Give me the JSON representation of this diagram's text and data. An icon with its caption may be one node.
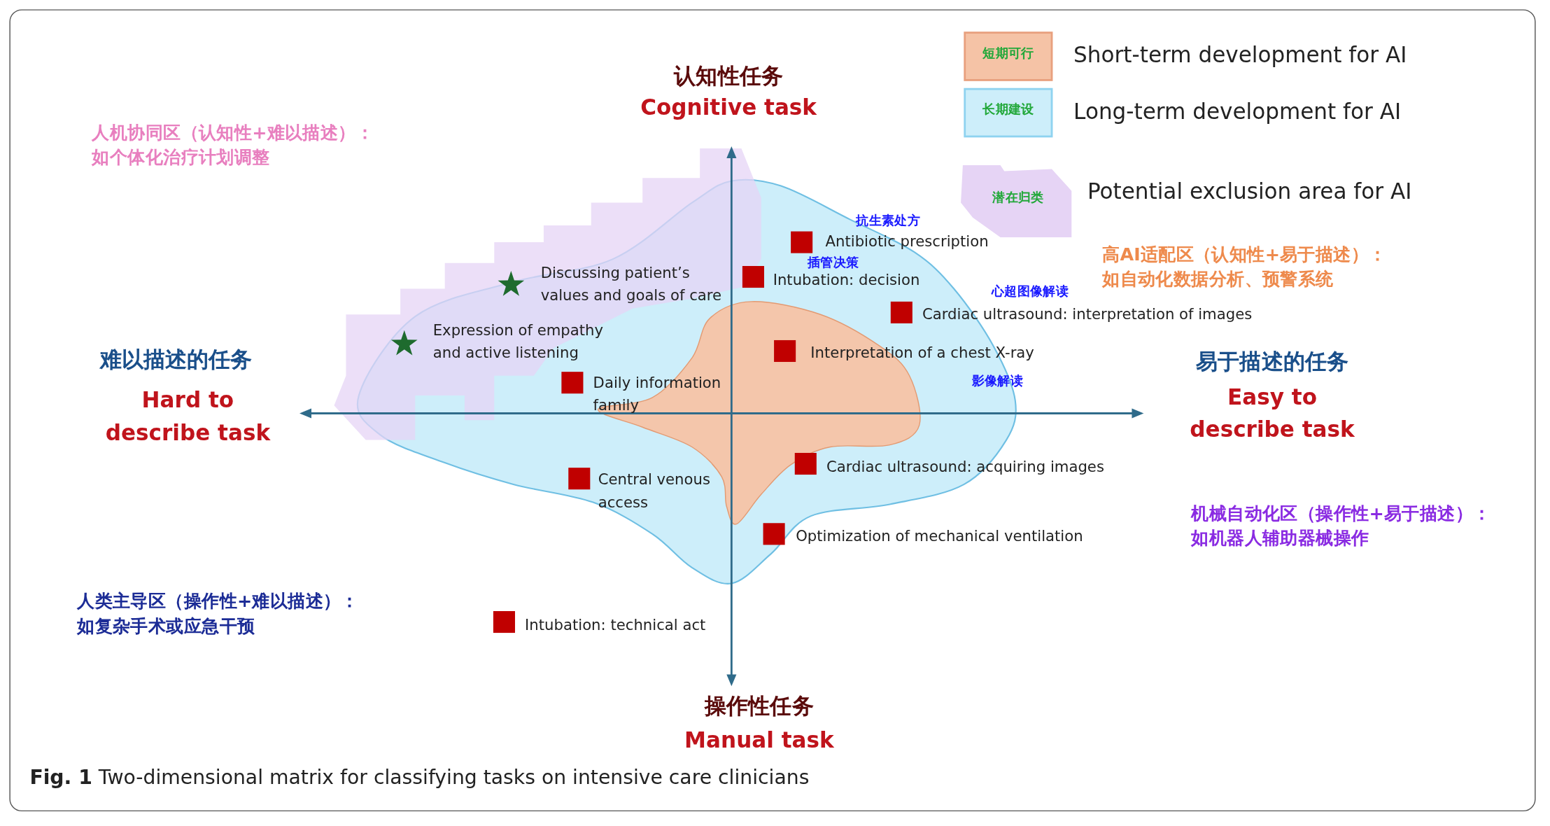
{
  "diagram": {
    "caption": "**Fig. 1** Two-dimensional matrix for classifying tasks on intensive care clinicians",
    "labels": [
      "认知性任务",
      "Cognitive task",
      "人机协同区（认知性+难以描述）：如个体化治疗计划调整",
      "难以描述的任务",
      "Hard to",
      "describe task",
      "易于描述的任务",
      "Easy to",
      "describe task",
      "高AI适配区（认知性+易于描述）：如自动化数据分析、预警系统",
      "机械自动化区（操作性+易于描述）：如机器人辅助器械操作",
      "人类主导区（操作性+难以描述）：如复杂手术或应急干预",
      "操作性任务",
      "Manual task",
      "短期可行",
      "长期建设",
      "潜在归类",
      "抗生素处方",
      "Antibiotic prescription",
      "插管决策",
      "Intubation: decision",
      "Discussing patient’s values and goals of care",
      "心超图像解读",
      "Cardiac ultrasound: interpretation of images",
      "Expression of empathy and active listening",
      "Interpretation of a chest X-ray",
      "Daily information family",
      "影像解读",
      "Central venous access",
      "Cardiac ultrasound: acquiring images",
      "Optimization of mechanical ventilation",
      "Intubation: technical act"
    ],
    "legend": [
      {
        "text": "Short-term development for AI",
        "color": "#f5c3a6"
      },
      {
        "text": "Long-term development for AI",
        "color": "#cdeefa"
      },
      {
        "text": "Potential exclusion area for AI",
        "color": "#e6d4f5"
      }
    ]
  }
}
